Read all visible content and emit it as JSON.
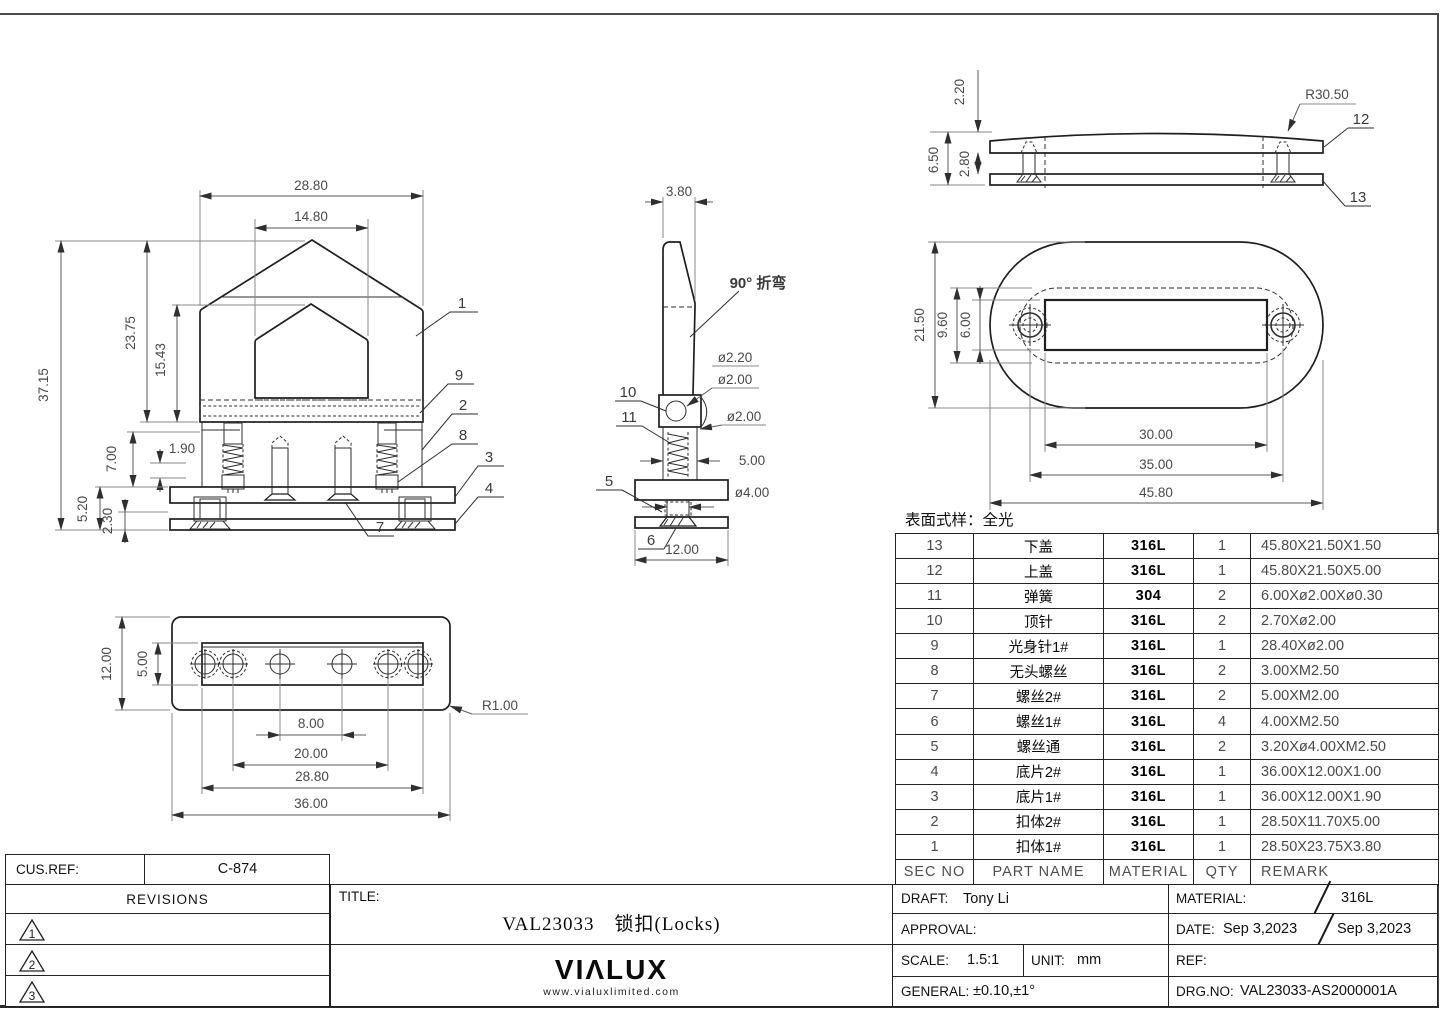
{
  "surface_note": "表面式样：全光",
  "views": {
    "front": {
      "dimWTop": "28.80",
      "dimWInner": "14.80",
      "dimHTotal": "37.15",
      "dimHBody": "23.75",
      "dimHInner": "15.43",
      "dimGap": "1.90",
      "dimHMid": "7.00",
      "dimHBase": "5.20",
      "dimHPlate": "2.30",
      "c1": "1",
      "c2": "2",
      "c3": "3",
      "c4": "4",
      "c7": "7",
      "c8": "8",
      "c9": "9"
    },
    "side": {
      "dimWTop": "3.80",
      "bendNote": "90° 折弯",
      "dPin": "ø2.20",
      "dPin2": "ø2.00",
      "dNeck": "ø2.00",
      "dimWMid": "5.00",
      "dHole": "ø4.00",
      "dimWBase": "12.00",
      "c5": "5",
      "c6": "6",
      "c10": "10",
      "c11": "11"
    },
    "coverSide": {
      "dimArc": "2.20",
      "dimHTotal": "6.50",
      "dimHGap": "2.80",
      "radius": "R30.50",
      "c12": "12",
      "c13": "13"
    },
    "coverTop": {
      "dimH": "21.50",
      "dimHInner": "9.60",
      "dimHSlot": "6.00",
      "dimWSlot": "30.00",
      "dimWHoles": "35.00",
      "dimW": "45.80"
    },
    "plate": {
      "dimH": "12.00",
      "dimHBand": "5.00",
      "dimP1": "8.00",
      "dimP2": "20.00",
      "dimP3": "28.80",
      "dimW": "36.00",
      "radius": "R1.00"
    }
  },
  "parts_table": {
    "headers": {
      "sec": "SEC NO",
      "name": "PART NAME",
      "material": "MATERIAL",
      "qty": "QTY",
      "remark": "REMARK"
    },
    "rows": [
      {
        "sec": "13",
        "name": "下盖",
        "material": "316L",
        "qty": "1",
        "remark": "45.80X21.50X1.50"
      },
      {
        "sec": "12",
        "name": "上盖",
        "material": "316L",
        "qty": "1",
        "remark": "45.80X21.50X5.00"
      },
      {
        "sec": "11",
        "name": "弹簧",
        "material": "304",
        "qty": "2",
        "remark": "6.00Xø2.00Xø0.30"
      },
      {
        "sec": "10",
        "name": "顶针",
        "material": "316L",
        "qty": "2",
        "remark": "2.70Xø2.00"
      },
      {
        "sec": "9",
        "name": "光身针1#",
        "material": "316L",
        "qty": "1",
        "remark": "28.40Xø2.00"
      },
      {
        "sec": "8",
        "name": "无头螺丝",
        "material": "316L",
        "qty": "2",
        "remark": "3.00XM2.50"
      },
      {
        "sec": "7",
        "name": "螺丝2#",
        "material": "316L",
        "qty": "2",
        "remark": "5.00XM2.00"
      },
      {
        "sec": "6",
        "name": "螺丝1#",
        "material": "316L",
        "qty": "4",
        "remark": "4.00XM2.50"
      },
      {
        "sec": "5",
        "name": "螺丝通",
        "material": "316L",
        "qty": "2",
        "remark": "3.20Xø4.00XM2.50"
      },
      {
        "sec": "4",
        "name": "底片2#",
        "material": "316L",
        "qty": "1",
        "remark": "36.00X12.00X1.00"
      },
      {
        "sec": "3",
        "name": "底片1#",
        "material": "316L",
        "qty": "1",
        "remark": "36.00X12.00X1.90"
      },
      {
        "sec": "2",
        "name": "扣体2#",
        "material": "316L",
        "qty": "1",
        "remark": "28.50X11.70X5.00"
      },
      {
        "sec": "1",
        "name": "扣体1#",
        "material": "316L",
        "qty": "1",
        "remark": "28.50X23.75X3.80"
      }
    ]
  },
  "title_block": {
    "cus_ref_label": "CUS.REF:",
    "cus_ref_value": "C-874",
    "revisions_label": "REVISIONS",
    "revision_markers": [
      "1",
      "2",
      "3"
    ],
    "title_label": "TITLE:",
    "title_value": "VAL23033　锁扣(Locks)",
    "logo": "VIΛLUX",
    "logo_url": "www.vialuxlimited.com",
    "draft_label": "DRAFT:",
    "draft_value": "Tony Li",
    "approval_label": "APPROVAL:",
    "scale_label": "SCALE:",
    "scale_value": "1.5:1",
    "unit_label": "UNIT:",
    "unit_value": "mm",
    "general_label": "GENERAL:",
    "general_value": "±0.10,±1°",
    "material_label": "MATERIAL:",
    "material_value": "316L",
    "date_label": "DATE:",
    "date_value": "Sep 3,2023",
    "date_value2": "Sep 3,2023",
    "ref_label": "REF:",
    "drg_no_label": "DRG.NO:",
    "drg_no_value": "VAL23033-AS2000001A"
  }
}
